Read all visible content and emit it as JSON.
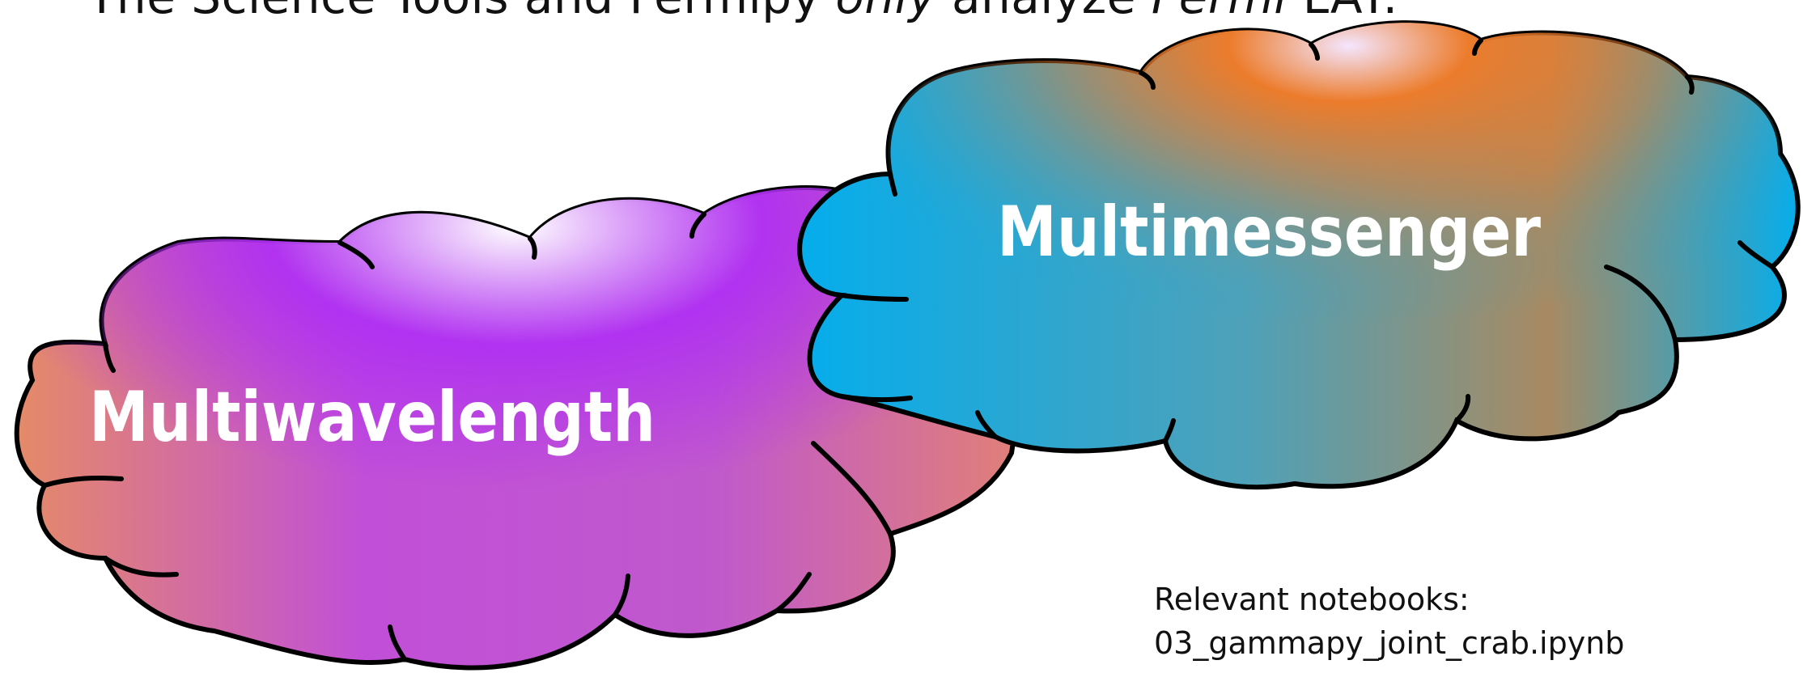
{
  "heading": {
    "prefix": "The Science Tools and Fermipy ",
    "only": "only",
    "middle": " analyze ",
    "fermi": "Fermi",
    "suffix": " LAT."
  },
  "clouds": {
    "multiwavelength": "Multiwavelength",
    "multimessenger": "Multimessenger"
  },
  "notes": {
    "label": "Relevant notebooks:",
    "notebook": "03_gammapy_joint_crab.ipynb"
  },
  "colors": {
    "purple": "#b030f2",
    "salmon": "#e58a68",
    "orange": "#ec7c2c",
    "cyan": "#05adec",
    "outline": "#000000"
  }
}
